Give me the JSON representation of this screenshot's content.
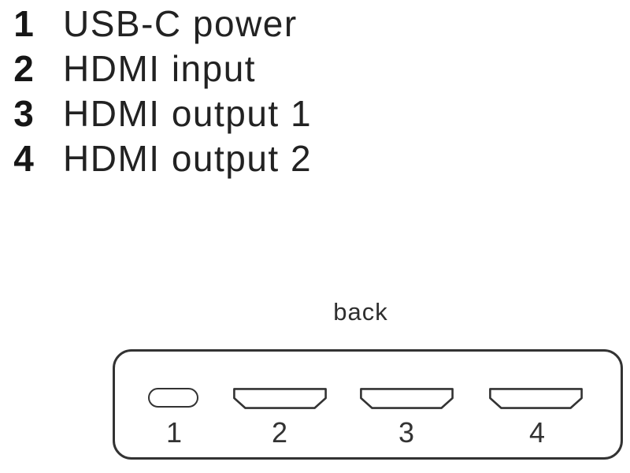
{
  "page": {
    "background": "#ffffff"
  },
  "legend": {
    "items": [
      {
        "number": "1",
        "label": "USB-C power"
      },
      {
        "number": "2",
        "label": "HDMI input"
      },
      {
        "number": "3",
        "label": "HDMI output 1"
      },
      {
        "number": "4",
        "label": "HDMI output 2"
      }
    ]
  },
  "diagram": {
    "view_label": "back",
    "line_color": "#333333",
    "text_color": "#222222",
    "ports": [
      {
        "number": "1",
        "type": "USB-C power",
        "icon": "usb-c-port-icon"
      },
      {
        "number": "2",
        "type": "HDMI input",
        "icon": "hdmi-port-icon"
      },
      {
        "number": "3",
        "type": "HDMI output 1",
        "icon": "hdmi-port-icon"
      },
      {
        "number": "4",
        "type": "HDMI output 2",
        "icon": "hdmi-port-icon"
      }
    ]
  }
}
